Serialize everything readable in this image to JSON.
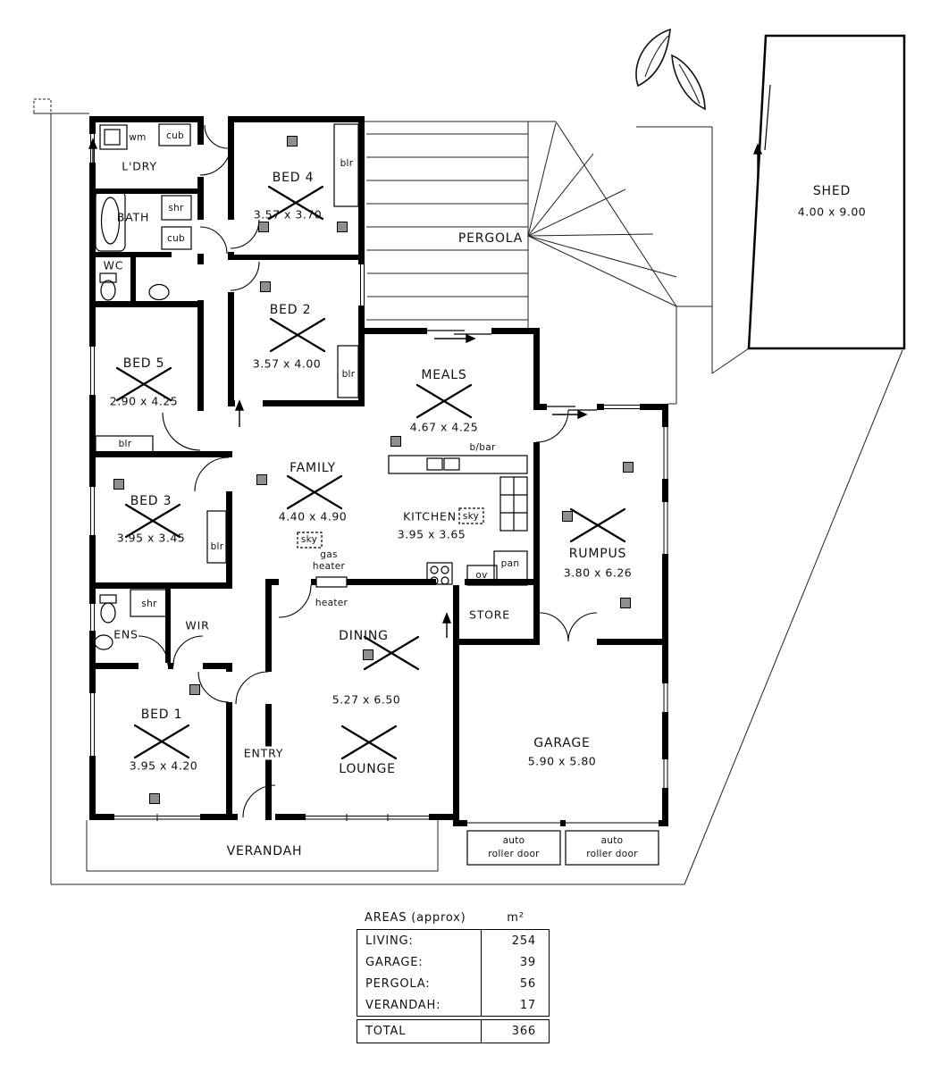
{
  "plan": {
    "rooms": {
      "ldry": {
        "name": "L'DRY"
      },
      "bath": {
        "name": "BATH"
      },
      "wc": {
        "name": "WC"
      },
      "bed4": {
        "name": "BED 4",
        "dims": "3.57 x 3.70"
      },
      "bed2": {
        "name": "BED 2",
        "dims": "3.57 x 4.00"
      },
      "bed5": {
        "name": "BED 5",
        "dims": "2.90 x 4.25"
      },
      "bed3": {
        "name": "BED 3",
        "dims": "3.95 x 3.45"
      },
      "bed1": {
        "name": "BED 1",
        "dims": "3.95 x 4.20"
      },
      "family": {
        "name": "FAMILY",
        "dims": "4.40 x 4.90"
      },
      "meals": {
        "name": "MEALS",
        "dims": "4.67 x 4.25"
      },
      "kitchen": {
        "name": "KITCHEN",
        "dims": "3.95 x 3.65"
      },
      "rumpus": {
        "name": "RUMPUS",
        "dims": "3.80 x 6.26"
      },
      "dining": {
        "name": "DINING",
        "dims": "5.27 x 6.50"
      },
      "lounge": {
        "name": "LOUNGE"
      },
      "entry": {
        "name": "ENTRY"
      },
      "ens": {
        "name": "ENS"
      },
      "wir": {
        "name": "WIR"
      },
      "store": {
        "name": "STORE"
      },
      "garage": {
        "name": "GARAGE",
        "dims": "5.90 x 5.80"
      },
      "verandah": {
        "name": "VERANDAH"
      },
      "pergola": {
        "name": "PERGOLA"
      },
      "shed": {
        "name": "SHED",
        "dims": "4.00 x 9.00"
      }
    },
    "features": {
      "wm": "wm",
      "cub": "cub",
      "shr": "shr",
      "blr": "blr",
      "sky": "sky",
      "bbar": "b/bar",
      "pan": "pan",
      "ov": "ov",
      "gas_heater_line1": "gas",
      "gas_heater_line2": "heater",
      "heater": "heater",
      "roller_door_line1": "auto",
      "roller_door_line2": "roller door"
    }
  },
  "areas_table": {
    "title": "AREAS (approx)",
    "unit": "m²",
    "rows": [
      {
        "label": "LIVING:",
        "value": "254"
      },
      {
        "label": "GARAGE:",
        "value": "39"
      },
      {
        "label": "PERGOLA:",
        "value": "56"
      },
      {
        "label": "VERANDAH:",
        "value": "17"
      }
    ],
    "total_label": "TOTAL",
    "total_value": "366"
  },
  "colors": {
    "wall": "#000000",
    "paper": "#ffffff",
    "ink": "#111111",
    "square": "#8f8f8f"
  }
}
